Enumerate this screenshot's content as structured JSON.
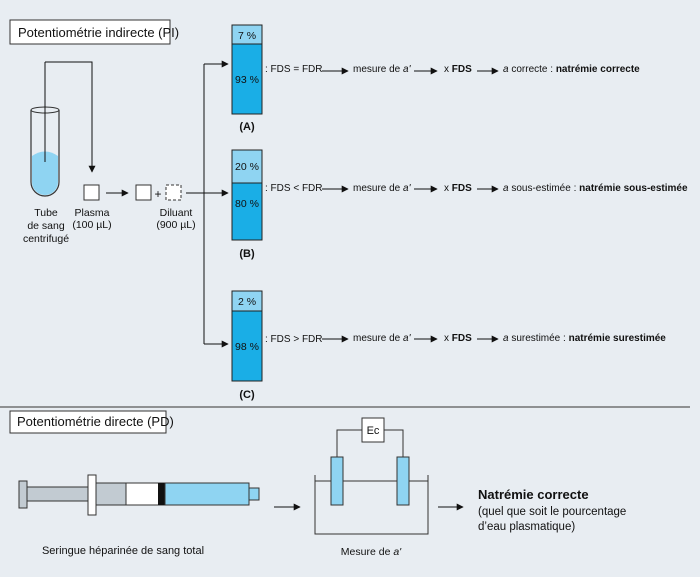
{
  "indirect": {
    "section_title": "Potentiométrie indirecte (PI)",
    "tube_label": [
      "Tube",
      "de sang",
      "centrifugé"
    ],
    "plasma_label": "Plasma",
    "plasma_volume": "(100 µL)",
    "plus": "+",
    "diluant_label": "Diluant",
    "diluant_volume": "(900 µL)",
    "rows": [
      {
        "letter": "(A)",
        "top_pct": "7 %",
        "bottom_pct": "93 %",
        "bottom_fraction": 0.93,
        "condition": ": FDS = FDR",
        "measure_prefix": "mesure de ",
        "measure_var": "a'",
        "times": "x ",
        "fds": "FDS",
        "result_var": "a",
        "result_text": " correcte : ",
        "result_bold": "natrémie correcte"
      },
      {
        "letter": "(B)",
        "top_pct": "20 %",
        "bottom_pct": "80 %",
        "bottom_fraction": 0.8,
        "condition": ": FDS < FDR",
        "measure_prefix": "mesure de ",
        "measure_var": "a'",
        "times": "x ",
        "fds": "FDS",
        "result_var": "a",
        "result_text": " sous-estimée : ",
        "result_bold": "natrémie sous-estimée"
      },
      {
        "letter": "(C)",
        "top_pct": "2 %",
        "bottom_pct": "98 %",
        "bottom_fraction": 0.98,
        "condition": ": FDS > FDR",
        "measure_prefix": "mesure de ",
        "measure_var": "a'",
        "times": "x ",
        "fds": "FDS",
        "result_var": "a",
        "result_text": " surestimée : ",
        "result_bold": "natrémie surestimée"
      }
    ]
  },
  "direct": {
    "section_title": "Potentiométrie directe (PD)",
    "syringe_label": "Seringue héparinée de sang total",
    "ec_label": "Ec",
    "measure_prefix": "Mesure de ",
    "measure_var": "a'",
    "result_title": "Natrémie correcte",
    "result_lines": [
      "(quel que soit le pourcentage",
      "d’eau plasmatique)"
    ]
  },
  "colors": {
    "background": "#e8edf2",
    "plasma_blue": "#1aaee6",
    "light_blue": "#8fd4f2",
    "syringe_grey": "#c2cbd2"
  }
}
